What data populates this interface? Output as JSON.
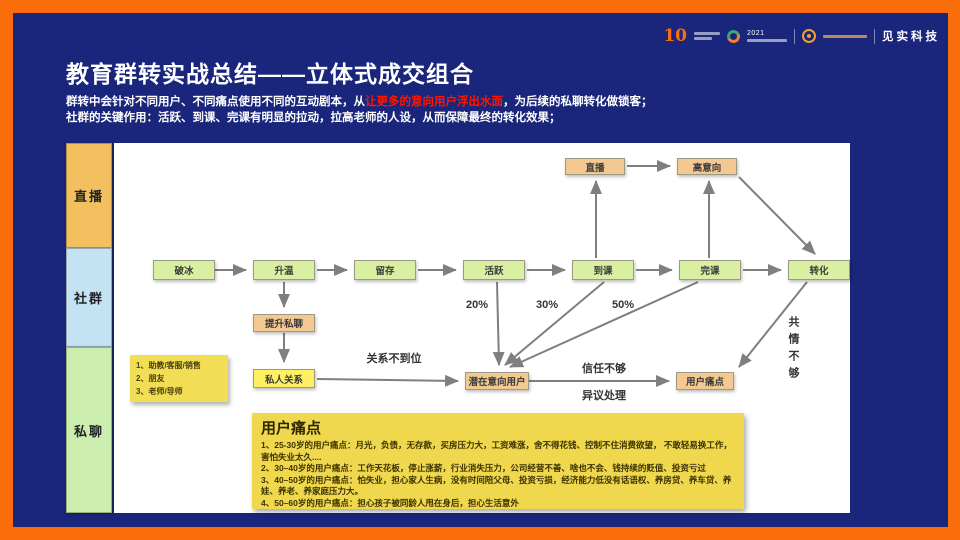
{
  "slide": {
    "title": "教育群转实战总结——立体式成交组合",
    "intro": {
      "line1_pre": "群转中会针对不同用户、不同痛点使用不同的互动剧本，从",
      "line1_highlight": "让更多的意向用户浮出水面",
      "line1_post": "，为后续的私聊转化做锁客；",
      "line2": "社群的关键作用：活跃、到课、完课有明显的拉动，拉高老师的人设，从而保障最终的转化效果；"
    },
    "colors": {
      "frame_orange": "#F96E0A",
      "bg_navy": "#1A267B",
      "highlight_red": "#FF1500",
      "node_green": "#D9F0A2",
      "node_tan": "#F4C891",
      "node_yellow": "#FFF063",
      "note_yellow": "#F2DE55",
      "painpanel_yellow": "#EFD84D",
      "sidebar_orange": "#F2C05F",
      "sidebar_blue": "#C3E2F4",
      "sidebar_green": "#CBEDAD",
      "arrow_gray": "#7F7F7F"
    },
    "logos": {
      "logo1_mark": "10",
      "logo2_year": "2021",
      "brand_text": "见实科技"
    }
  },
  "sidebar": {
    "items": [
      {
        "label": "直播"
      },
      {
        "label": "社群"
      },
      {
        "label": "私聊"
      }
    ]
  },
  "flow": {
    "nodes": [
      {
        "label": "破冰"
      },
      {
        "label": "升温"
      },
      {
        "label": "留存"
      },
      {
        "label": "活跃"
      },
      {
        "label": "到课"
      },
      {
        "label": "完课"
      },
      {
        "label": "转化"
      },
      {
        "label": "直播"
      },
      {
        "label": "高意向"
      },
      {
        "label": "提升私聊"
      },
      {
        "label": "私人关系"
      },
      {
        "label": "潜在意向用户"
      },
      {
        "label": "用户痛点"
      }
    ],
    "edge_labels": {
      "pct_active": "20%",
      "pct_attend": "30%",
      "pct_finish": "50%",
      "relation": "关系不到位",
      "trust": "信任不够",
      "objection": "异议处理",
      "empathy": "共情不够"
    },
    "note": {
      "lines": [
        "1、助教/客服/销售",
        "2、朋友",
        "3、老师/导师"
      ]
    },
    "painpoints": {
      "title": "用户痛点",
      "items": [
        "1、25-30岁的用户痛点：月光，负债，无存款，买房压力大，工资难涨，舍不得花钱、控制不住消费欲望， 不敢轻易换工作，害怕失业太久....",
        "2、30–40岁的用户痛点：工作天花板，停止涨薪，行业消失压力，公司经营不善、啥也不会、钱持续的贬值、投资亏过",
        "3、40–50岁的用户痛点：怕失业，担心家人生病，没有时间陪父母、投资亏损，经济能力低没有话语权、养房贷、养车贷、养娃、养老、养家庭压力大。",
        "4、50–60岁的用户痛点：担心孩子被同龄人甩在身后，担心生活意外"
      ]
    }
  }
}
